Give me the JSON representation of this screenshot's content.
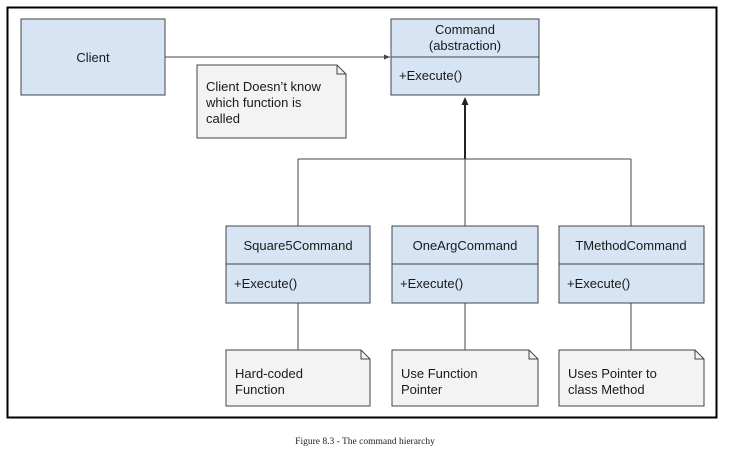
{
  "diagram": {
    "client": {
      "label": "Client"
    },
    "command": {
      "title_line1": "Command",
      "title_line2": "(abstraction)",
      "method": "+Execute()"
    },
    "subclasses": [
      {
        "name": "Square5Command",
        "method": "+Execute()"
      },
      {
        "name": "OneArgCommand",
        "method": "+Execute()"
      },
      {
        "name": "TMethodCommand",
        "method": "+Execute()"
      }
    ],
    "notes": {
      "client_note": [
        "Client Doesn’t know",
        "which function is",
        "called"
      ],
      "square5_note": [
        "Hard-coded",
        "Function"
      ],
      "onearg_note": [
        "Use Function",
        "Pointer"
      ],
      "tmethod_note": [
        "Uses Pointer to",
        "class Method"
      ]
    },
    "colors": {
      "box_fill": "#d6e4f3",
      "note_fill": "#f3f3f3",
      "stroke": "#444444"
    }
  },
  "caption": "Figure 8.3 - The command hierarchy"
}
